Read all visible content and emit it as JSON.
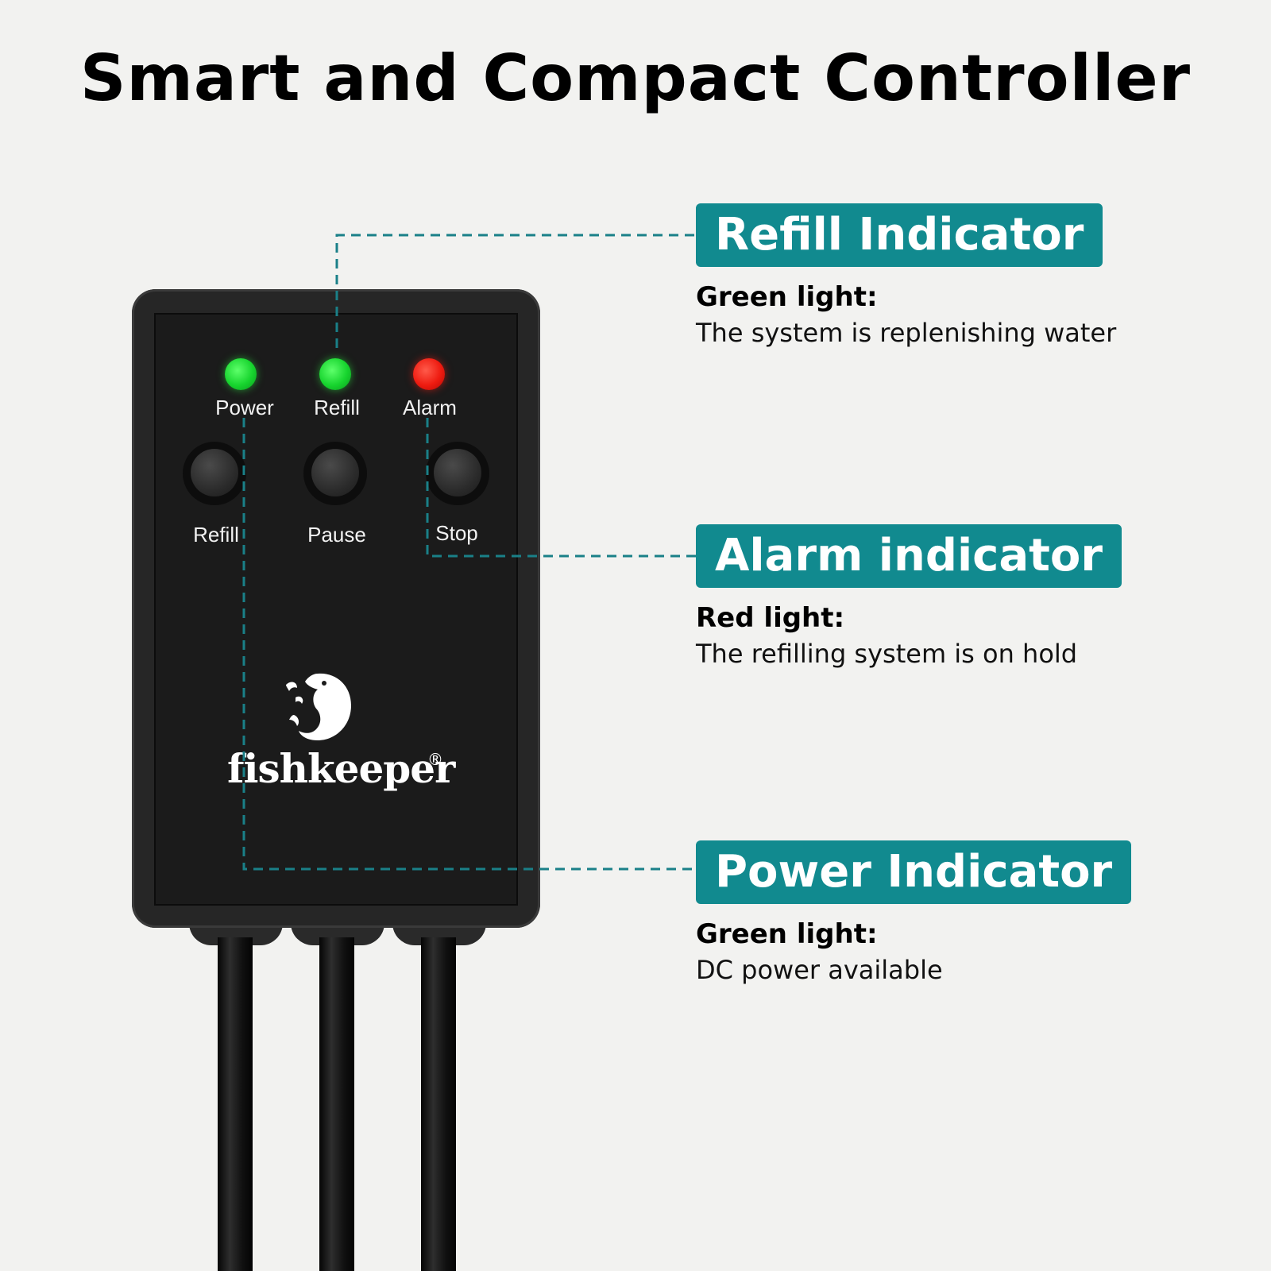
{
  "title": "Smart and Compact Controller",
  "device": {
    "indicators": [
      {
        "label": "Power",
        "color": "#1fd43a"
      },
      {
        "label": "Refill",
        "color": "#1fd43a"
      },
      {
        "label": "Alarm",
        "color": "#ee1b10"
      }
    ],
    "buttons": [
      {
        "label": "Refill"
      },
      {
        "label": "Pause"
      },
      {
        "label": "Stop"
      }
    ],
    "brand": "fishkeeper",
    "brand_mark": "®"
  },
  "callouts": [
    {
      "title": "Refill Indicator",
      "heading": "Green light:",
      "description": "The system is replenishing water"
    },
    {
      "title": "Alarm indicator",
      "heading": "Red light:",
      "description": "The refilling system is on hold"
    },
    {
      "title": "Power Indicator",
      "heading": "Green light:",
      "description": "DC power available"
    }
  ],
  "colors": {
    "accent": "#118a8f",
    "background": "#f2f2f0"
  }
}
